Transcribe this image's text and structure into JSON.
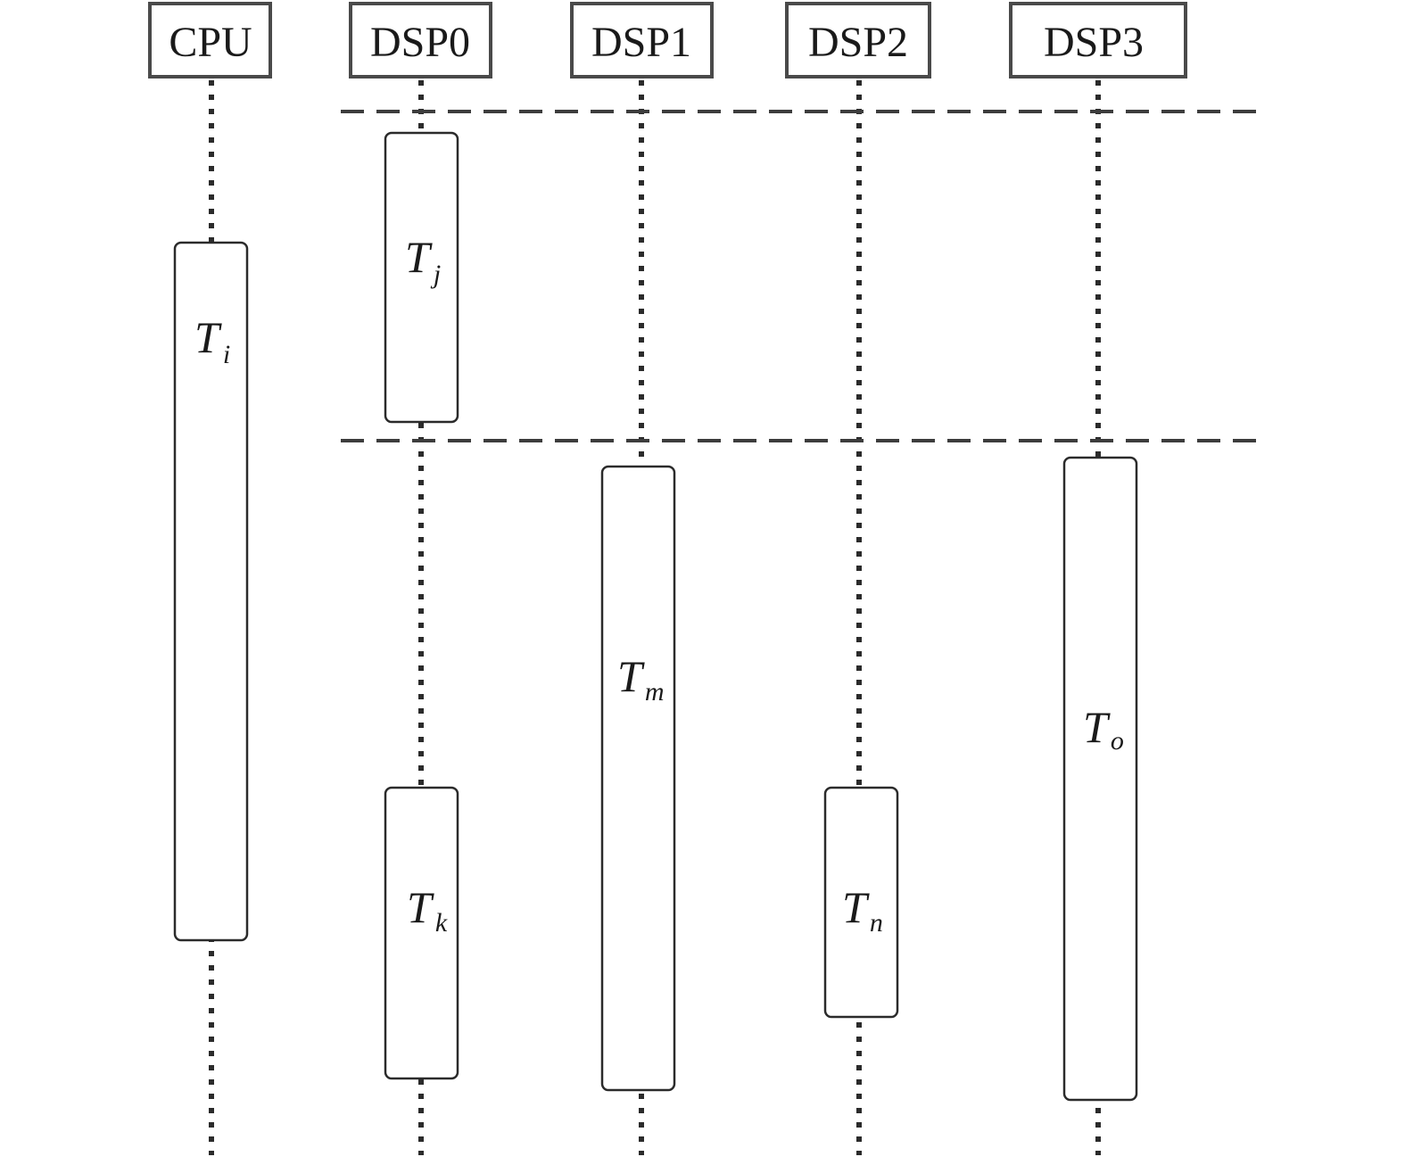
{
  "processors": [
    {
      "id": "cpu",
      "label": "CPU"
    },
    {
      "id": "dsp0",
      "label": "DSP0"
    },
    {
      "id": "dsp1",
      "label": "DSP1"
    },
    {
      "id": "dsp2",
      "label": "DSP2"
    },
    {
      "id": "dsp3",
      "label": "DSP3"
    }
  ],
  "tasks": [
    {
      "id": "ti",
      "processor": "cpu",
      "name": "T",
      "sub": "i"
    },
    {
      "id": "tj",
      "processor": "dsp0",
      "name": "T",
      "sub": "j"
    },
    {
      "id": "tk",
      "processor": "dsp0",
      "name": "T",
      "sub": "k"
    },
    {
      "id": "tm",
      "processor": "dsp1",
      "name": "T",
      "sub": "m"
    },
    {
      "id": "tn",
      "processor": "dsp2",
      "name": "T",
      "sub": "n"
    },
    {
      "id": "to",
      "processor": "dsp3",
      "name": "T",
      "sub": "o"
    }
  ]
}
